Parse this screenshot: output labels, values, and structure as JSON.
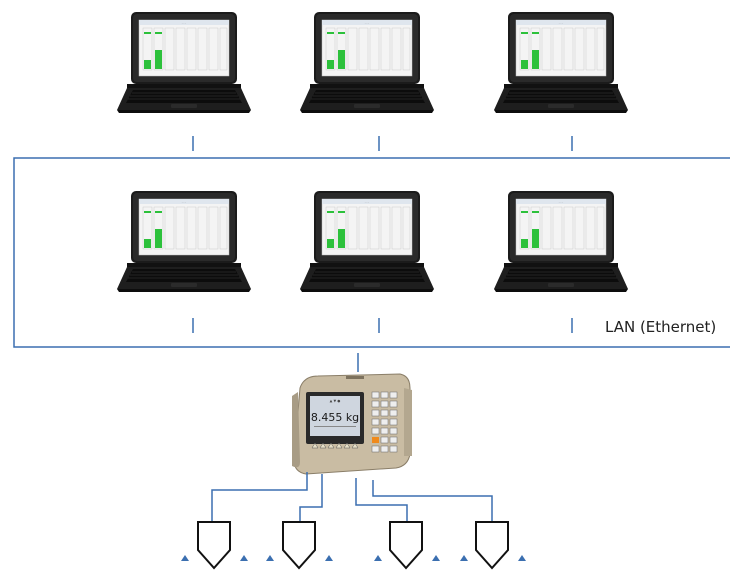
{
  "network": {
    "label": "LAN (Ethernet)",
    "line_color": "#3b6fb0"
  },
  "laptops": [
    {
      "id": "laptop-1",
      "row": "top"
    },
    {
      "id": "laptop-2",
      "row": "top"
    },
    {
      "id": "laptop-3",
      "row": "top"
    },
    {
      "id": "laptop-4",
      "row": "middle"
    },
    {
      "id": "laptop-5",
      "row": "middle"
    },
    {
      "id": "laptop-6",
      "row": "middle"
    }
  ],
  "indicator": {
    "display_value": "8.455 kg",
    "body_color": "#c9bca3",
    "accent_color": "#f08a1c"
  },
  "load_cells": {
    "count": 4,
    "arrow_color": "#3b6fb0"
  },
  "screen": {
    "bar_color": "#2cc13b"
  }
}
